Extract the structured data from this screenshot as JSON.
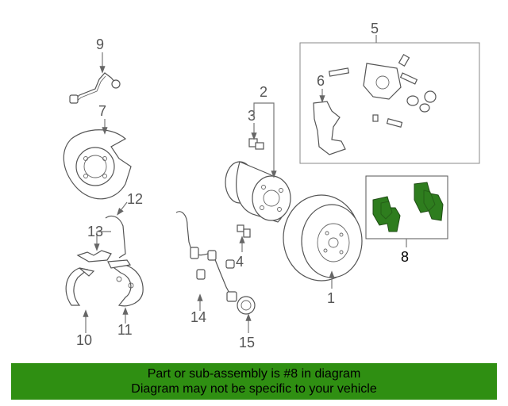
{
  "callouts": {
    "n1": "1",
    "n2": "2",
    "n3": "3",
    "n4": "4",
    "n5": "5",
    "n6": "6",
    "n7": "7",
    "n8": "8",
    "n9": "9",
    "n10": "10",
    "n11": "11",
    "n12": "12",
    "n13": "13",
    "n14": "14",
    "n15": "15"
  },
  "banner": {
    "line1": "Part or sub-assembly is #8 in diagram",
    "line2": "Diagram may not be specific to your vehicle"
  },
  "colors": {
    "highlight": "#2f8f12",
    "pad_green": "#2e7d1e"
  }
}
